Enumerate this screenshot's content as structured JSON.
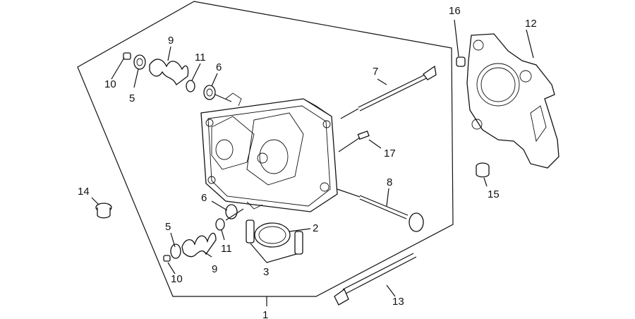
{
  "diagram": {
    "callouts": [
      {
        "id": "c1",
        "text": "1"
      },
      {
        "id": "c2",
        "text": "2"
      },
      {
        "id": "c3",
        "text": "3"
      },
      {
        "id": "c5a",
        "text": "5"
      },
      {
        "id": "c5b",
        "text": "5"
      },
      {
        "id": "c6a",
        "text": "6"
      },
      {
        "id": "c6b",
        "text": "6"
      },
      {
        "id": "c7",
        "text": "7"
      },
      {
        "id": "c8",
        "text": "8"
      },
      {
        "id": "c9a",
        "text": "9"
      },
      {
        "id": "c9b",
        "text": "9"
      },
      {
        "id": "c10a",
        "text": "10"
      },
      {
        "id": "c10b",
        "text": "10"
      },
      {
        "id": "c11a",
        "text": "11"
      },
      {
        "id": "c11b",
        "text": "11"
      },
      {
        "id": "c12",
        "text": "12"
      },
      {
        "id": "c13",
        "text": "13"
      },
      {
        "id": "c14",
        "text": "14"
      },
      {
        "id": "c15",
        "text": "15"
      },
      {
        "id": "c16",
        "text": "16"
      },
      {
        "id": "c17",
        "text": "17"
      }
    ]
  }
}
